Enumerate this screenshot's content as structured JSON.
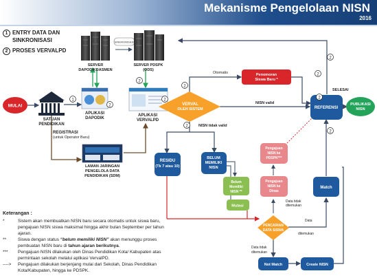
{
  "header": {
    "title": "Mekanisme Pengelolaan NISN",
    "year": "2016"
  },
  "legend": {
    "step1_num": "1",
    "step1_line1": "ENTRY DATA DAN",
    "step1_line2": "SINKRONISASI",
    "step2_num": "2",
    "step2_label": "PROSES VERVALPD"
  },
  "nodes": {
    "mulai": "MULAI",
    "satuan_pendidikan_1": "SATUAN",
    "satuan_pendidikan_2": "PENDIDIKAN",
    "aplikasi_dapodik_1": "APLIKASI",
    "aplikasi_dapodik_2": "DAPODIK",
    "server_dapodikdasmen_1": "SERVER",
    "server_dapodikdasmen_2": "DAPODIKDASMEN",
    "server_pdspk_1": "SERVER PDSPK",
    "server_pdspk_2": "(ODS)",
    "sinkronisasi": "SINKRONISASI",
    "aplikasi_vervalpd_1": "APLIKASI",
    "aplikasi_vervalpd_2": "VERVALPD",
    "verval_1": "VERVAL",
    "verval_2": "OLEH SISTEM",
    "penomoran_1": "Penomoran",
    "penomoran_2": "Siswa Baru *",
    "referensi": "REFERENSI",
    "publikasi_1": "PUBLIKASI",
    "publikasi_2": "NISN",
    "registrasi_1": "REGISTRASI",
    "registrasi_2": "(untuk Operator Baru)",
    "laman_1": "LAMAN JARINGAN",
    "laman_2": "PENGELOLA DATA",
    "laman_3": "PENDIDIKAN (SDM)",
    "residu_1": "RESIDU",
    "residu_2": "(Tk 7 atau 10)",
    "belum_1": "BELUM",
    "belum_2": "MEMILIKI",
    "belum_3": "NISN",
    "belum_nisn_1": "Belum",
    "belum_nisn_2": "Memiliki",
    "belum_nisn_3": "NISN **",
    "mutasi": "Mutasi",
    "pengajuan_dinas_1": "Pengajuan",
    "pengajuan_dinas_2": "NISN ke",
    "pengajuan_dinas_3": "Dinas",
    "pengajuan_pdspk_1": "Pengajuan",
    "pengajuan_pdspk_2": "NISN ke",
    "pengajuan_pdspk_3": "PDSPK***",
    "match": "Match",
    "pencarian_1": "PENCARIAN",
    "pencarian_2": "DATA SISWA",
    "not_match": "Not Match",
    "create_nisn": "Create NISN"
  },
  "edge_labels": {
    "otomatis": "Otomatis",
    "nisn_valid": "NISN valid",
    "nisn_tidak_valid": "NISN tidak valid",
    "selesai": "SELESAI",
    "data_tidak_ditemukan_1_a": "Data tidak",
    "data_tidak_ditemukan_1_b": "ditemukan",
    "data_ditemukan_a": "Data",
    "data_ditemukan_b": "ditemukan",
    "data_tidak_ditemukan_2_a": "Data tidak",
    "data_tidak_ditemukan_2_b": "ditemukan"
  },
  "step_markers": {
    "s_satuan": "1",
    "s_dapodik": "2",
    "s_apps_vervalpd": "2",
    "s_vervalpd_out": "2",
    "s_verval_top": "2",
    "s_verval_down": "2",
    "s_top_right": "2",
    "s_penomoran": "2",
    "s_referensi": "2",
    "s_match": "2"
  },
  "keterangan": {
    "title": "Keterangan :",
    "items": [
      {
        "sym": "*",
        "text": "Sistem akan membuatkan NISN baru secara otomatis untuk siswa baru, pengajuan NISN siswa maksimal hingga akhir bulan September per tahun ajaran."
      },
      {
        "sym": "**",
        "pre": "Siswa dengan status ",
        "bold": "“belum memiliki NISN”",
        "mid": " akan menunggu proses pembuatan NISN baru di ",
        "bold2": "tahun ajaran berikutnya",
        "post": "."
      },
      {
        "sym": "***",
        "text": "Pengajuan NISN dilakukan oleh Dinas Pendidikan Kota/ Kabupaten atas permintaan sekolah melalui aplikasi VervalPD."
      },
      {
        "sym": "---->",
        "text": "Pengajuan dilakukan berjenjang mulai dari Sekolah, Dinas Pendidikan Kota/Kabupaten, hingga ke PDSPK."
      }
    ]
  },
  "colors": {
    "red": "#d9262b",
    "green": "#24a35a",
    "dark_blue": "#1f5a9e",
    "orange": "#f7a12a",
    "pink": "#e8888c",
    "light_green": "#8bbf52",
    "header_blue": "#1f4e8c"
  }
}
